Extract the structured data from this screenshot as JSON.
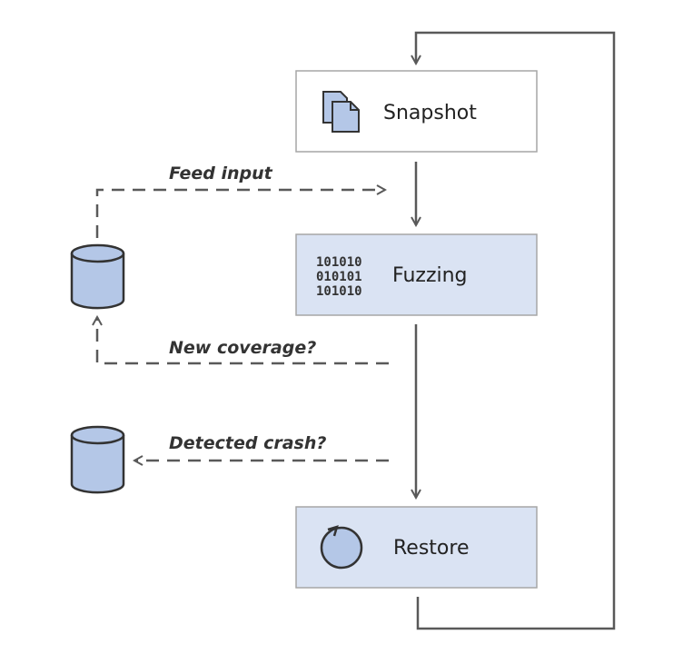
{
  "nodes": {
    "snapshot": {
      "label": "Snapshot",
      "icon": "snapshot-pages-icon"
    },
    "fuzzing": {
      "label": "Fuzzing",
      "icon": "binary-data-icon",
      "bits": [
        "101010",
        "010101",
        "101010"
      ]
    },
    "restore": {
      "label": "Restore",
      "icon": "restore-circular-arrow-icon"
    }
  },
  "edges": {
    "feed_input": "Feed input",
    "new_coverage": "New coverage?",
    "detected_crash": "Detected crash?"
  },
  "stores": {
    "corpus": {
      "icon": "corpus-database-icon"
    },
    "crashes": {
      "icon": "crashes-database-icon"
    }
  },
  "colors": {
    "box_plain": "#ffffff",
    "box_fill": "#dae3f3",
    "box_border": "#a6a6a6",
    "icon_fill": "#b4c7e7",
    "stroke": "#595959"
  }
}
